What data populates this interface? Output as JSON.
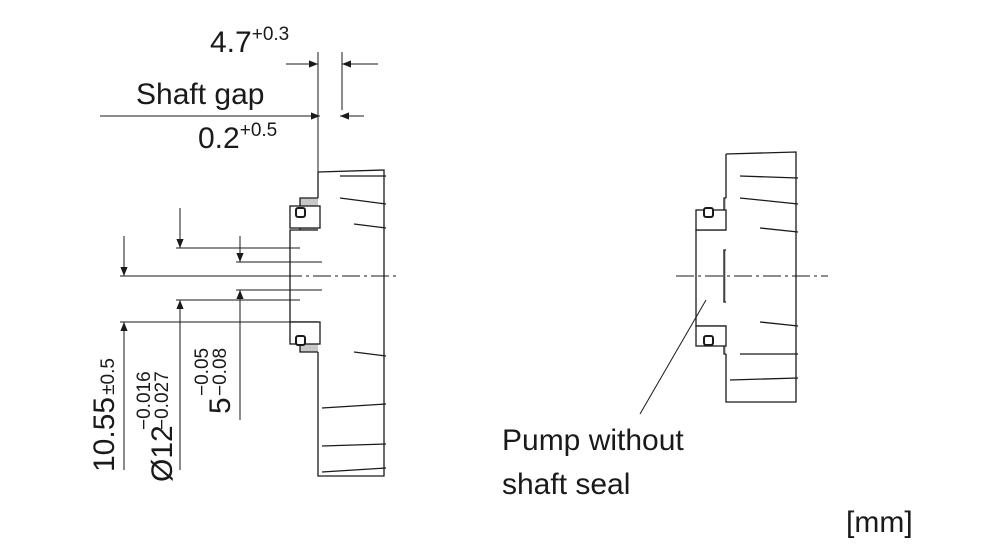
{
  "dimensions": {
    "shaft_distance": {
      "value": "4.7",
      "tolerance": "+0.3"
    },
    "shaft_gap": {
      "label": "Shaft gap",
      "value": "0.2",
      "tolerance": "+0.5"
    },
    "height": {
      "value": "10.55",
      "tolerance": "±0.5"
    },
    "diameter": {
      "symbol": "Ø",
      "value": "12",
      "tol_upper": "−0.016",
      "tol_lower": "−0.027"
    },
    "width": {
      "value": "5",
      "tol_upper": "−0.05",
      "tol_lower": "−0.08"
    }
  },
  "callout": {
    "line1": "Pump without",
    "line2": "shaft seal"
  },
  "unit": "[mm]",
  "colors": {
    "line": "#1a1a1a",
    "fill": "#c8c8c8"
  }
}
